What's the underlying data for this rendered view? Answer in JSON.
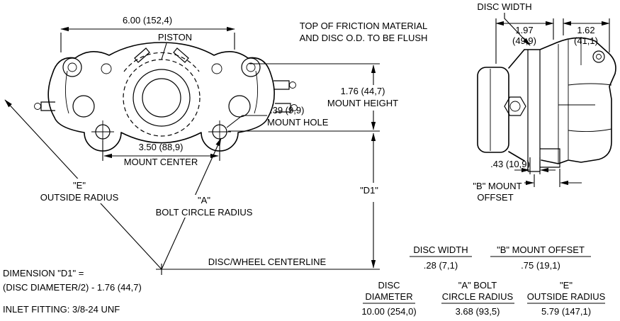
{
  "colors": {
    "background": "#ffffff",
    "line": "#000000"
  },
  "front_view": {
    "overall_width": "6.00 (152,4)",
    "piston": "PISTON",
    "flush_note_1": "TOP OF FRICTION MATERIAL",
    "flush_note_2": "AND DISC O.D. TO BE FLUSH",
    "mount_height_value": "1.76 (44,7)",
    "mount_height_label": "MOUNT HEIGHT",
    "mount_hole_value": ".39 (9,9)",
    "mount_hole_label": "MOUNT HOLE",
    "mount_center_value": "3.50 (88,9)",
    "mount_center_label": "MOUNT CENTER",
    "e_radius_1": "\"E\"",
    "e_radius_2": "OUTSIDE RADIUS",
    "a_radius_1": "\"A\"",
    "a_radius_2": "BOLT CIRCLE RADIUS",
    "d1": "\"D1\"",
    "centerline": "DISC/WHEEL CENTERLINE"
  },
  "side_view": {
    "disc_width": "DISC WIDTH",
    "width_outer_in": "1.97",
    "width_outer_mm": "(49,9)",
    "width_inner_in": "1.62",
    "width_inner_mm": "(41,1)",
    "lug_width": ".43 (10,9)",
    "mount_offset_1": "\"B\" MOUNT",
    "mount_offset_2": "OFFSET"
  },
  "notes": {
    "d1_formula_1": "DIMENSION \"D1\" =",
    "d1_formula_2": "(DISC DIAMETER/2) - 1.76 (44,7)",
    "inlet_fitting": "INLET FITTING: 3/8-24 UNF"
  },
  "spec_row_top": [
    {
      "label": "DISC WIDTH",
      "value": ".28 (7,1)"
    },
    {
      "label": "\"B\" MOUNT OFFSET",
      "value": ".75 (19,1)"
    }
  ],
  "spec_row_bottom": [
    {
      "label_1": "DISC",
      "label_2": "DIAMETER",
      "value": "10.00 (254,0)"
    },
    {
      "label_1": "\"A\" BOLT",
      "label_2": "CIRCLE RADIUS",
      "value": "3.68 (93,5)"
    },
    {
      "label_1": "\"E\"",
      "label_2": "OUTSIDE RADIUS",
      "value": "5.79 (147,1)"
    }
  ]
}
